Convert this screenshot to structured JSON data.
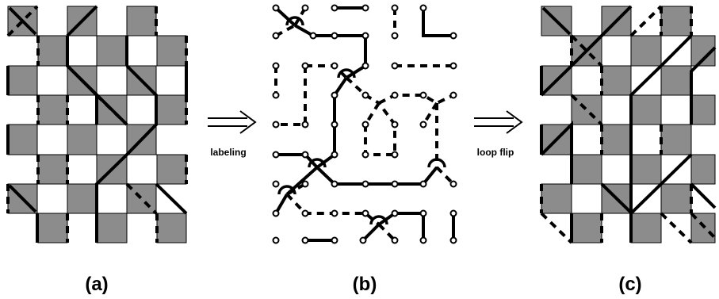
{
  "panels": [
    {
      "id": "a",
      "caption": "(a)"
    },
    {
      "id": "b",
      "caption": "(b)"
    },
    {
      "id": "c",
      "caption": "(c)"
    }
  ],
  "arrows": [
    {
      "label": "labeling"
    },
    {
      "label": "loop flip"
    }
  ],
  "colors": {
    "tile_gray": "#8c8c8c",
    "stroke": "#000000",
    "background": "#ffffff"
  }
}
